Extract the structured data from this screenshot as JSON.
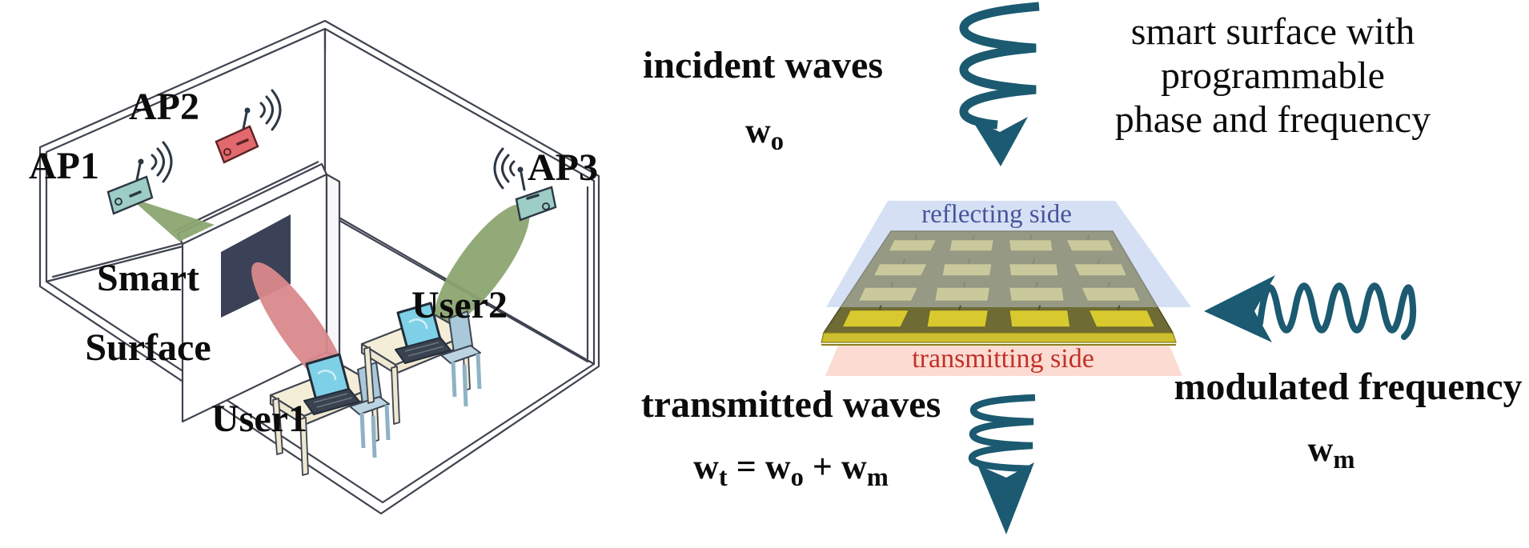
{
  "colors": {
    "teal_arrow": "#1b5a70",
    "beam_green": "#8ca571",
    "beam_pink": "#d9898c",
    "panel_navy": "#3b4156",
    "reflect_bg": "#dde5f6",
    "reflect_text": "#47549a",
    "transmit_bg": "#fcdcd2",
    "transmit_text": "#c23129",
    "board_olive": "#6f6b35",
    "patch_yellow": "#d8ca2e",
    "ap_teal": "#9dcdc4",
    "ap_red": "#e2696d"
  },
  "room": {
    "ap1_label": "AP1",
    "ap2_label": "AP2",
    "ap3_label": "AP3",
    "smart_surface_label_line1": "Smart",
    "smart_surface_label_line2": "Surface",
    "user1_label": "User1",
    "user2_label": "User2"
  },
  "surface_diagram": {
    "incident_label": "incident waves",
    "incident_symbol": [
      [
        "w",
        false
      ],
      [
        "o",
        true
      ]
    ],
    "caption_line1": "smart surface with",
    "caption_line2": "programmable",
    "caption_line3": "phase and frequency",
    "reflecting_side_label": "reflecting side",
    "transmitting_side_label": "transmitting side",
    "transmitted_label": "transmitted waves",
    "transmitted_equation": [
      [
        "w",
        false
      ],
      [
        "t",
        true
      ],
      [
        " = ",
        false
      ],
      [
        "w",
        false
      ],
      [
        "o",
        true
      ],
      [
        " + ",
        false
      ],
      [
        "w",
        false
      ],
      [
        "m",
        true
      ]
    ],
    "modulated_label": "modulated frequency",
    "modulated_symbol": [
      [
        "w",
        false
      ],
      [
        "m",
        true
      ]
    ]
  }
}
